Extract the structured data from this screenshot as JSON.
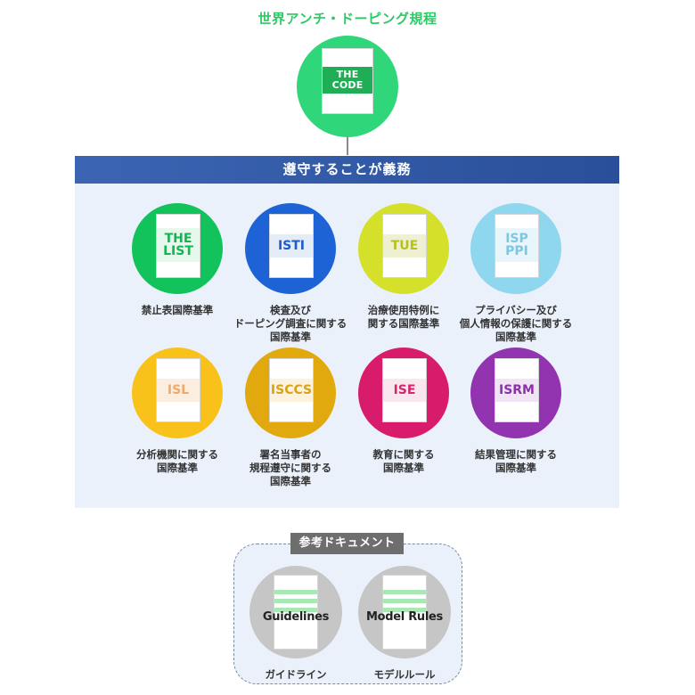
{
  "code": {
    "title": "世界アンチ・ドーピング規程",
    "doc_line1": "THE",
    "doc_line2": "CODE",
    "circle_color": "#2fd67a",
    "band_color": "#1fae55"
  },
  "mandatory": {
    "heading": "遵守することが義務",
    "standards": [
      {
        "doc_line1": "THE",
        "doc_line2": "LIST",
        "label": [
          "禁止表国際基準"
        ],
        "circle_color": "#12c25a",
        "band_color": "#e6f7ec",
        "text_color": "#14b454"
      },
      {
        "doc_line1": "ISTI",
        "doc_line2": "",
        "label": [
          "検査及び",
          "ドーピング調査に関する",
          "国際基準"
        ],
        "circle_color": "#1e63d6",
        "band_color": "#e4ecf8",
        "text_color": "#1e5cc7"
      },
      {
        "doc_line1": "TUE",
        "doc_line2": "",
        "label": [
          "治療使用特例に",
          "関する国際基準"
        ],
        "circle_color": "#d4e02a",
        "band_color": "#eef0cf",
        "text_color": "#b6bf1c"
      },
      {
        "doc_line1": "ISP",
        "doc_line2": "PPI",
        "label": [
          "プライバシー及び",
          "個人情報の保護に関する",
          "国際基準"
        ],
        "circle_color": "#8fd6ef",
        "band_color": "#e8f5fb",
        "text_color": "#7ec7e0"
      },
      {
        "doc_line1": "ISL",
        "doc_line2": "",
        "label": [
          "分析機関に関する",
          "国際基準"
        ],
        "circle_color": "#f9c21a",
        "band_color": "#fbeedf",
        "text_color": "#efa96a"
      },
      {
        "doc_line1": "ISCCS",
        "doc_line2": "",
        "label": [
          "署名当事者の",
          "規程遵守に関する",
          "国際基準"
        ],
        "circle_color": "#e2a90e",
        "band_color": "#fbf3dd",
        "text_color": "#d9a21a"
      },
      {
        "doc_line1": "ISE",
        "doc_line2": "",
        "label": [
          "教育に関する",
          "国際基準"
        ],
        "circle_color": "#d81b6a",
        "band_color": "#f9e6ee",
        "text_color": "#d0276e"
      },
      {
        "doc_line1": "ISRM",
        "doc_line2": "",
        "label": [
          "結果管理に関する",
          "国際基準"
        ],
        "circle_color": "#9233b0",
        "band_color": "#f1e5f5",
        "text_color": "#8a33a8"
      }
    ]
  },
  "reference": {
    "heading": "参考ドキュメント",
    "items": [
      {
        "word": "Guidelines",
        "label": "ガイドライン"
      },
      {
        "word": "Model Rules",
        "label": "モデルルール"
      }
    ]
  }
}
